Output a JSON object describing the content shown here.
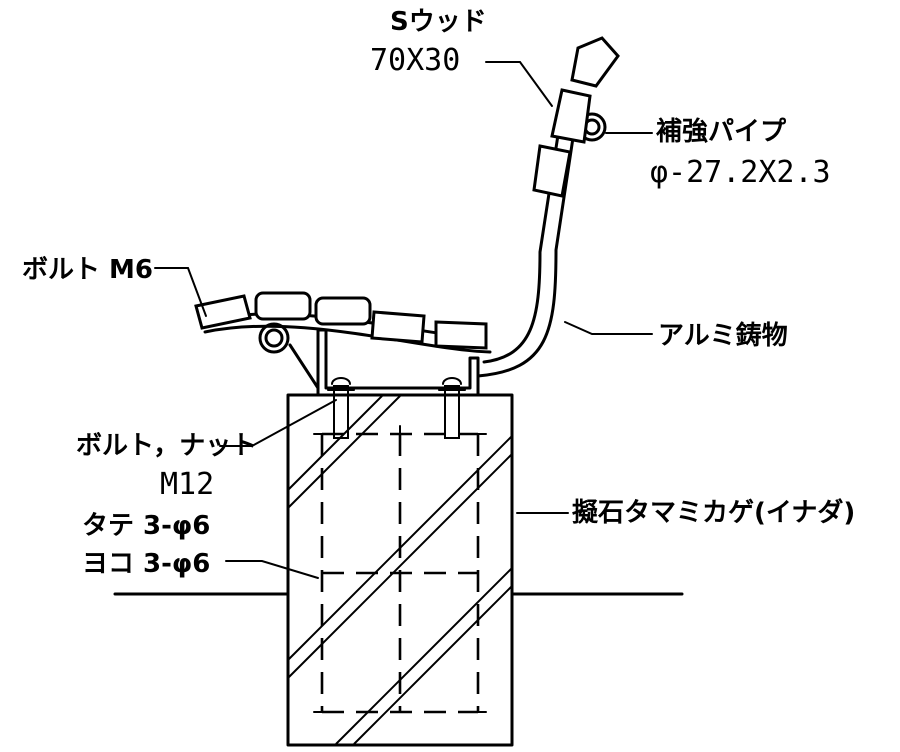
{
  "labels": {
    "wood_name": "Sウッド",
    "wood_size": "70X30",
    "pipe_name": "補強パイプ",
    "pipe_size": "φ-27.2X2.3",
    "bolt_m6": "ボルト M6",
    "aluminum": "アルミ鋳物",
    "bolt_nut": "ボルト，ナット",
    "bolt_nut_size": "M12",
    "stone": "擬石タマミカゲ(イナダ)",
    "vertical_holes": "タテ 3-φ6",
    "horizontal_holes": "ヨコ 3-φ6"
  },
  "colors": {
    "line": "#000000",
    "background": "#ffffff"
  }
}
